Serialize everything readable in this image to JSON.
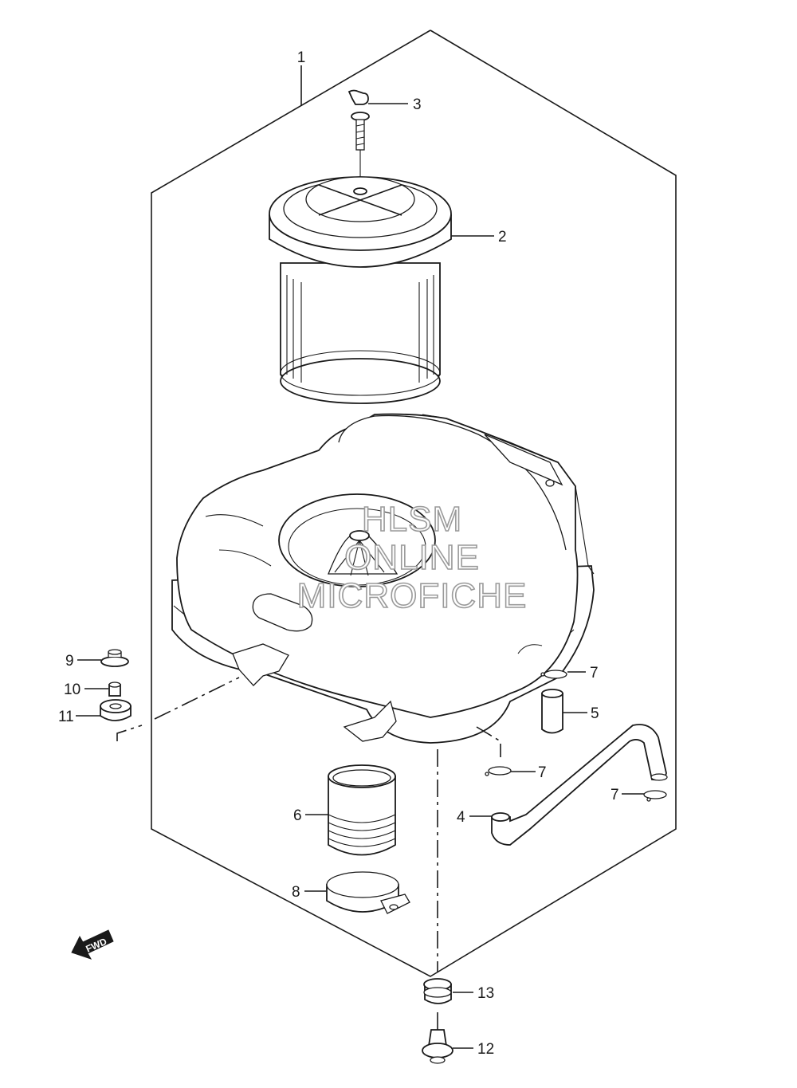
{
  "callouts": {
    "c1": "1",
    "c2": "2",
    "c3": "3",
    "c4": "4",
    "c5": "5",
    "c6": "6",
    "c7a": "7",
    "c7b": "7",
    "c7c": "7",
    "c8": "8",
    "c9": "9",
    "c10": "10",
    "c11": "11",
    "c12": "12",
    "c13": "13"
  },
  "watermark": {
    "line1": "HLSM",
    "line2": "ONLINE",
    "line3": "MICROFICHE"
  },
  "fwd_badge": "FWD"
}
